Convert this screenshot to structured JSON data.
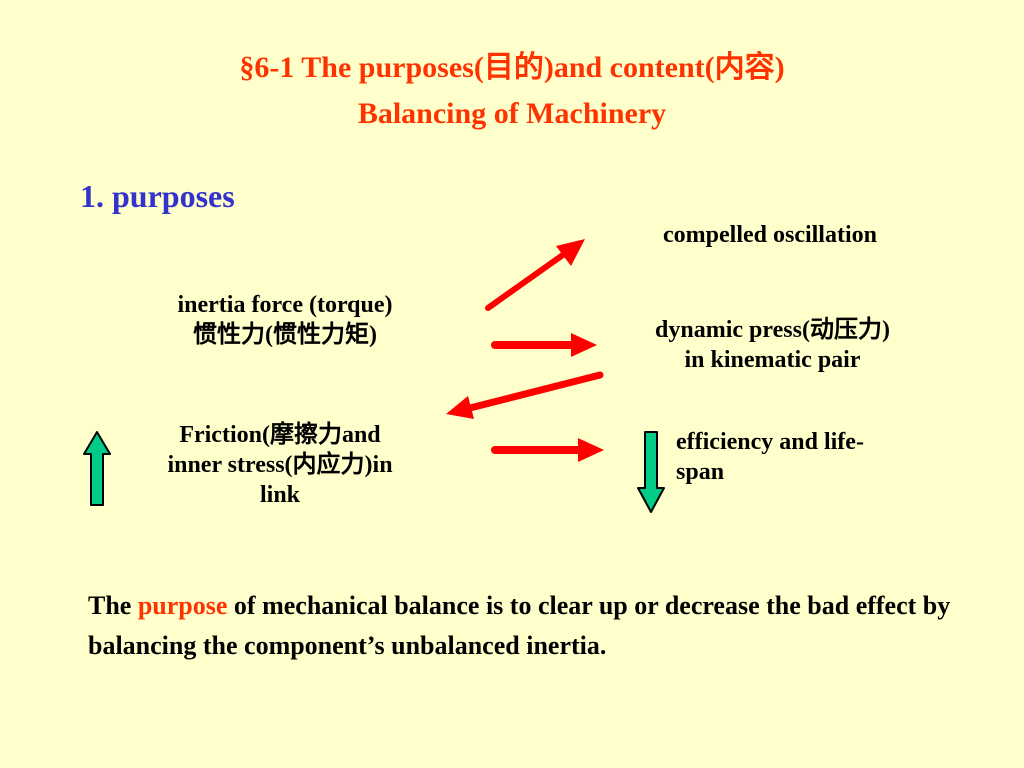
{
  "title": {
    "line1": "§6-1    The purposes(目的)and content(内容)",
    "line2": "Balancing of Machinery"
  },
  "section_heading": "1. purposes",
  "nodes": {
    "cause_inertia": {
      "line1": "inertia force (torque)",
      "line2": "惯性力(惯性力矩)"
    },
    "cause_friction": {
      "line1": "Friction(摩擦力and",
      "line2": "inner stress(内应力)in",
      "line3": "link"
    },
    "effect_oscillation": "compelled oscillation",
    "effect_dynamic": {
      "line1": "dynamic press(动压力)",
      "line2": "in kinematic pair"
    },
    "effect_efficiency": {
      "line1": "efficiency and life-",
      "line2": "span"
    }
  },
  "paragraph": {
    "pre": "The ",
    "highlight": "purpose",
    "post": " of mechanical balance is to clear up or decrease the bad effect by balancing the component’s unbalanced inertia."
  },
  "colors": {
    "background": "#FFFFCC",
    "title": "#FF3300",
    "heading": "#3333CC",
    "red_arrow": "#FF0000",
    "green_arrow": "#00CC88"
  },
  "icons": {
    "red_arrows": "arrow-icon",
    "green_up": "up-arrow-icon",
    "green_down": "down-arrow-icon"
  }
}
